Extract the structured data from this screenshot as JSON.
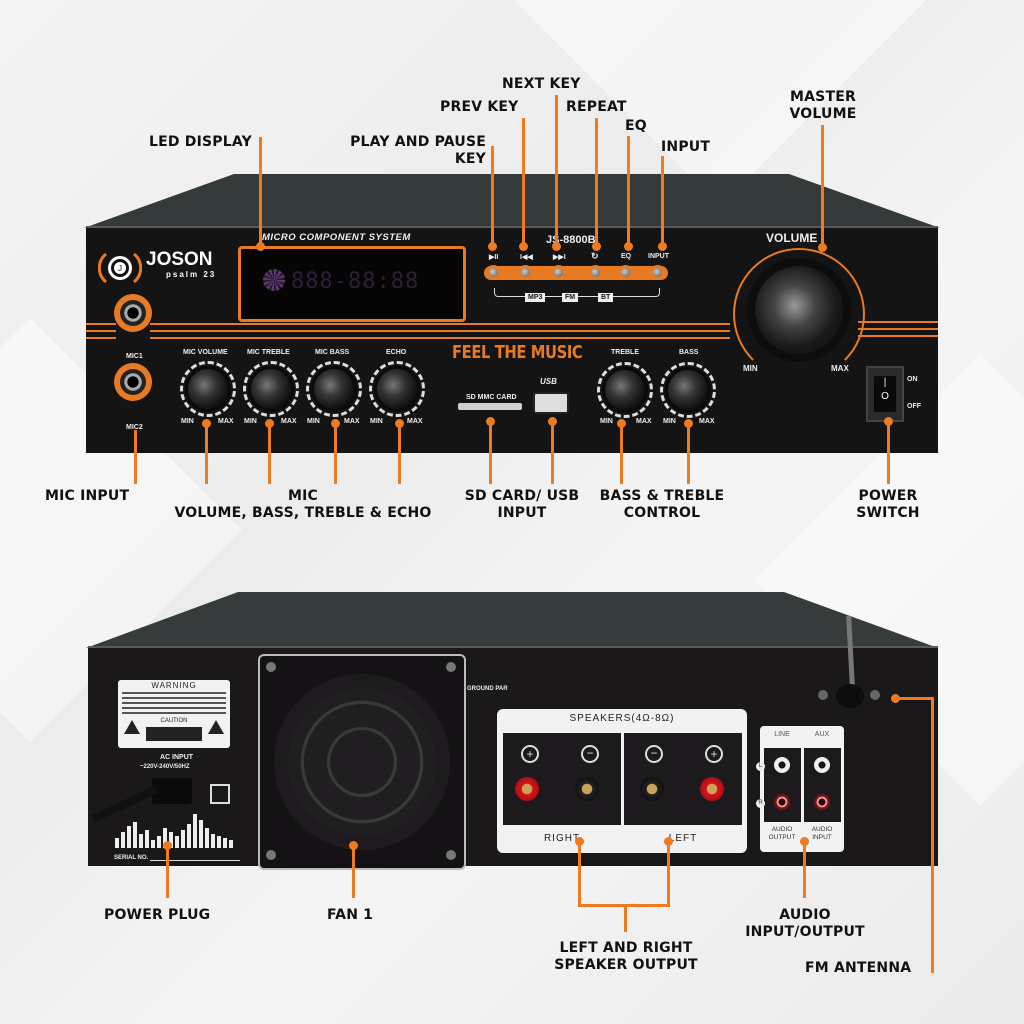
{
  "front_labels": {
    "led_display": "LED DISPLAY",
    "play_pause": [
      "PLAY AND PAUSE",
      "KEY"
    ],
    "prev_key": "PREV KEY",
    "next_key": "NEXT KEY",
    "repeat": "REPEAT",
    "eq": "EQ",
    "input": "INPUT",
    "master_volume": [
      "MASTER",
      "VOLUME"
    ],
    "mic_input": "MIC INPUT",
    "mic_controls": [
      "MIC",
      "VOLUME, BASS, TREBLE & ECHO"
    ],
    "sd_usb": [
      "SD CARD/ USB",
      "INPUT"
    ],
    "bass_treble": [
      "BASS & TREBLE",
      "CONTROL"
    ],
    "power_switch": [
      "POWER",
      "SWITCH"
    ]
  },
  "rear_labels": {
    "power_plug": "POWER PLUG",
    "fan": "FAN 1",
    "speaker_output": [
      "LEFT AND RIGHT",
      "SPEAKER OUTPUT"
    ],
    "audio_io": [
      "AUDIO",
      "INPUT/OUTPUT"
    ],
    "fm_antenna": "FM ANTENNA"
  },
  "device_front": {
    "brand": "JOSON",
    "brand_sub": "psalm 23",
    "system_text": "MICRO COMPONENT SYSTEM",
    "model": "JS-8800B",
    "display_digits": "888-88:88",
    "button_labels": [
      "▶II",
      "I◀◀",
      "▶▶I",
      "↻",
      "EQ",
      "INPUT"
    ],
    "modes": [
      "MP3",
      "FM",
      "BT"
    ],
    "mic_jacks": [
      "MIC1",
      "MIC2"
    ],
    "mic_knobs": [
      "MIC VOLUME",
      "MIC TREBLE",
      "MIC BASS",
      "ECHO"
    ],
    "tone_knobs": [
      "TREBLE",
      "BASS"
    ],
    "min_label": "MIN",
    "max_label": "MAX",
    "slogan": "FEEL THE MUSIC",
    "sd_label": "SD MMC CARD",
    "usb_label": "USB",
    "volume_label": "VOLUME",
    "switch_on": "ON",
    "switch_off": "OFF"
  },
  "device_rear": {
    "warning": "WARNING",
    "caution": "CAUTION",
    "ac_input": "AC INPUT",
    "ac_spec": "~220V-240V/50HZ",
    "serial": "SERIAL NO.",
    "ground": "GROUND PAR",
    "speakers_title": "SPEAKERS(4Ω-8Ω)",
    "right": "RIGHT",
    "left": "LEFT",
    "line": "LINE",
    "aux": "AUX",
    "audio_output": [
      "AUDIO",
      "OUTPUT"
    ],
    "audio_input": [
      "AUDIO",
      "INPUT"
    ],
    "rca_l": "L",
    "rca_r": "R"
  },
  "colors": {
    "accent": "#f07a1f",
    "device": "#141414",
    "background": "#efefef"
  }
}
